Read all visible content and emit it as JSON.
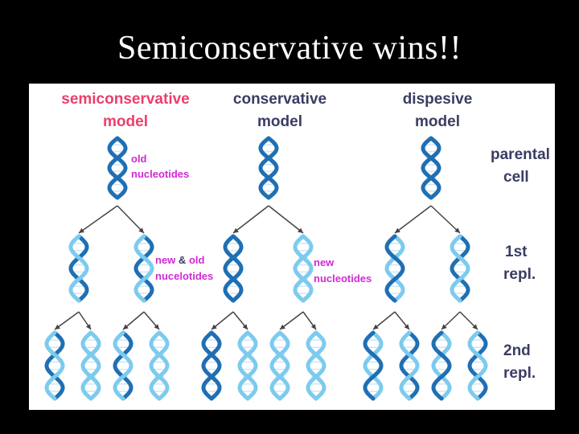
{
  "slide_title": "Semiconservative wins!!",
  "models": [
    {
      "line1": "semiconservative",
      "line2": "model",
      "color": "#ec3f6c"
    },
    {
      "line1": "conservative",
      "line2": "model",
      "color": "#3a3d62"
    },
    {
      "line1": "dispesive",
      "line2": "model",
      "color": "#3a3d62"
    }
  ],
  "stages": [
    {
      "line1": "parental",
      "line2": "cell"
    },
    {
      "line1": "1st",
      "line2": "repl."
    },
    {
      "line1": "2nd",
      "line2": "repl."
    }
  ],
  "annotations": {
    "old": {
      "line1": "old",
      "line2": "nucleotides"
    },
    "mixed": {
      "line1a": "new",
      "amp": "&",
      "line1b": "old",
      "line2": "nucelotides"
    },
    "new": {
      "line1": "new",
      "line2": "nucleotides"
    }
  },
  "colors": {
    "title_pink": "#ec3f6c",
    "annotation_magenta": "#d12ad4",
    "label_dark": "#3a3d62",
    "old_strand": "#1f6fb4",
    "new_strand": "#7ccbee",
    "arrow": "#444444"
  }
}
